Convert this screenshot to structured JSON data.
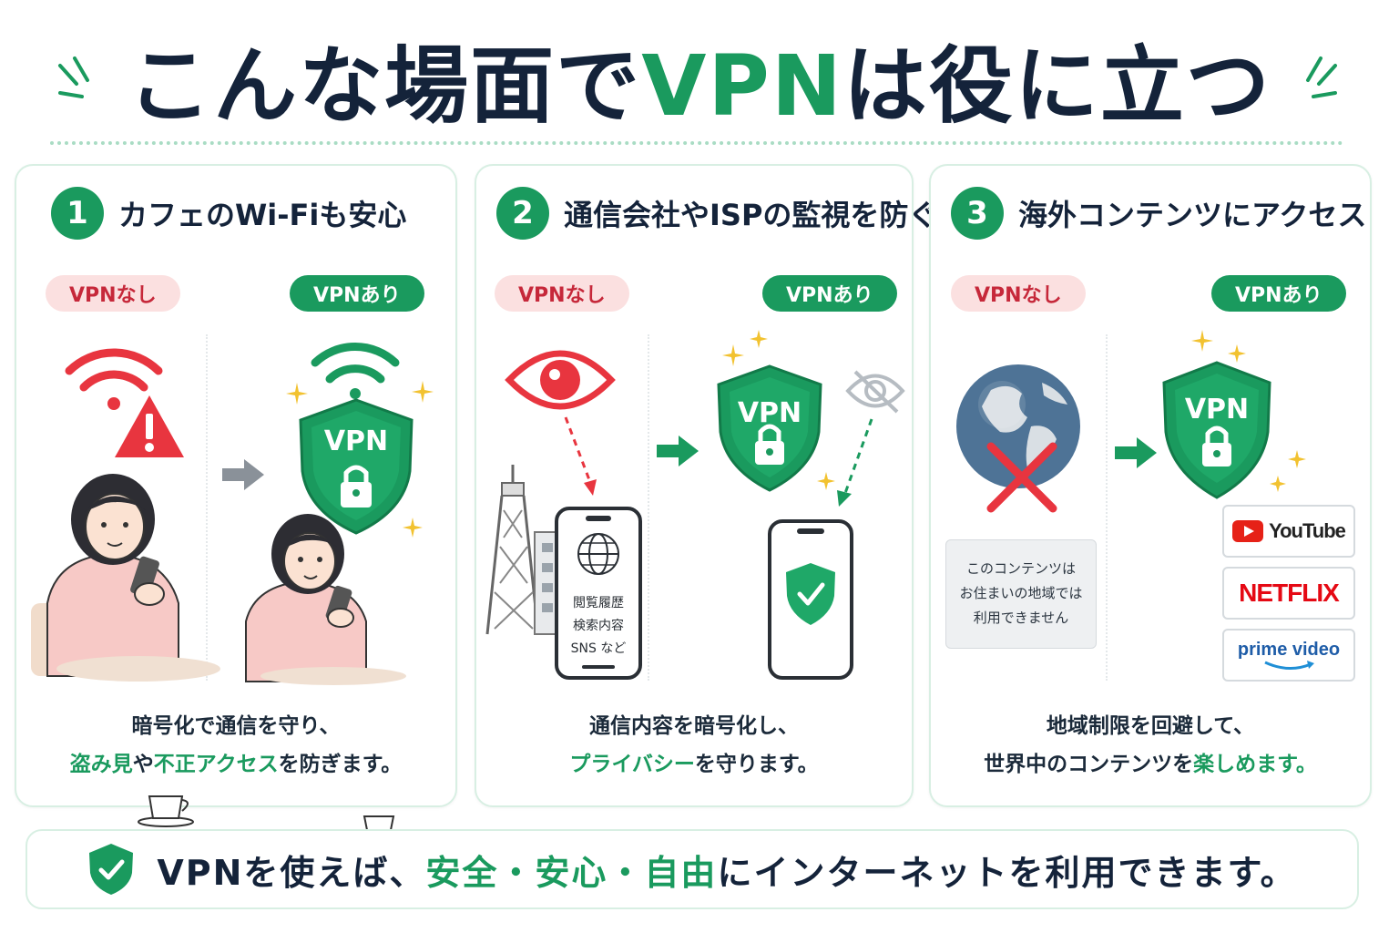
{
  "title": {
    "part1": "こんな場面で",
    "part2": "VPN",
    "part3": "は役に立つ"
  },
  "colors": {
    "green": "#1a9a5e",
    "navy": "#14233a",
    "red": "#c6283a",
    "pink": "#fbe0e0"
  },
  "cards": [
    {
      "number": "1",
      "title": "カフェのWi-Fiも安心",
      "badge_no": "VPNなし",
      "badge_yes": "VPNあり",
      "shield_label": "VPN",
      "caption_line1": "暗号化で通信を守り、",
      "caption_line2": {
        "g1": "盗み見",
        "t1": "や",
        "g2": "不正アクセス",
        "t2": "を防ぎます。"
      }
    },
    {
      "number": "2",
      "title": "通信会社やISPの監視を防ぐ",
      "badge_no": "VPNなし",
      "badge_yes": "VPNあり",
      "shield_label": "VPN",
      "phone_lines": [
        "閲覧履歴",
        "検索内容",
        "SNS など"
      ],
      "caption_line1": "通信内容を暗号化し、",
      "caption_line2": {
        "g1": "プライバシー",
        "t1": "を守ります。"
      }
    },
    {
      "number": "3",
      "title": "海外コンテンツにアクセス",
      "badge_no": "VPNなし",
      "badge_yes": "VPNあり",
      "shield_label": "VPN",
      "notice_lines": [
        "このコンテンツは",
        "お住まいの地域では",
        "利用できません"
      ],
      "services": [
        "YouTube",
        "NETFLIX",
        "prime video"
      ],
      "caption_line1": "地域制限を回避して、",
      "caption_line2": {
        "t0": "世界中のコンテンツを",
        "g1": "楽しめます。"
      }
    }
  ],
  "footer": {
    "t1": "VPN",
    "t2": "を使えば、",
    "g1": "安全・安心・自由",
    "t3": "にインターネットを利用できます。"
  }
}
